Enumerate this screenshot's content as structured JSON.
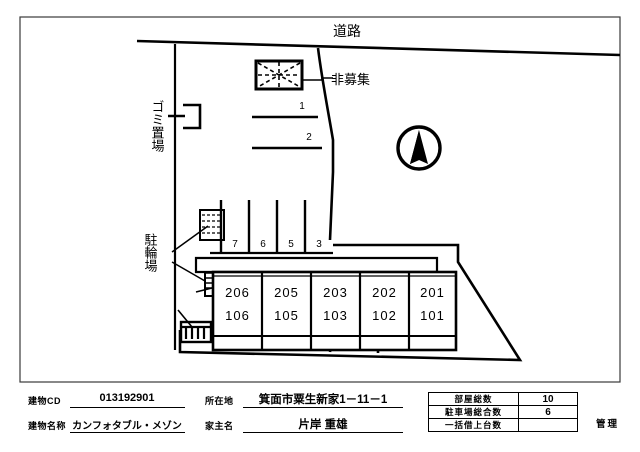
{
  "document": {
    "type": "property-site-layout-drawing"
  },
  "map": {
    "road_label": "道路",
    "non_rental_label": "非募集",
    "garbage_area_label": "ゴミ置場",
    "bicycle_parking_label": "駐輪場",
    "compass": "north-arrow",
    "parking_upper": [
      {
        "number": "1"
      },
      {
        "number": "2"
      }
    ],
    "parking_lower": [
      {
        "number": "7"
      },
      {
        "number": "6"
      },
      {
        "number": "5"
      },
      {
        "number": "3"
      }
    ],
    "units": [
      {
        "upper": "206",
        "lower": "106"
      },
      {
        "upper": "205",
        "lower": "105"
      },
      {
        "upper": "203",
        "lower": "103"
      },
      {
        "upper": "202",
        "lower": "102"
      },
      {
        "upper": "201",
        "lower": "101"
      }
    ]
  },
  "footer": {
    "building_cd_label": "建物CD",
    "building_cd_value": "013192901",
    "building_name_label": "建物名称",
    "building_name_value": "カンフォタブル・メゾン",
    "address_label": "所在地",
    "address_value": "箕面市粟生新家1－11－1",
    "owner_label": "家主名",
    "owner_value": "片岸 重雄",
    "manage_label": "管理",
    "stats": [
      {
        "label": "部屋総数",
        "value": "10"
      },
      {
        "label": "駐車場総合数",
        "value": "6"
      },
      {
        "label": "一括借上台数",
        "value": ""
      }
    ]
  }
}
